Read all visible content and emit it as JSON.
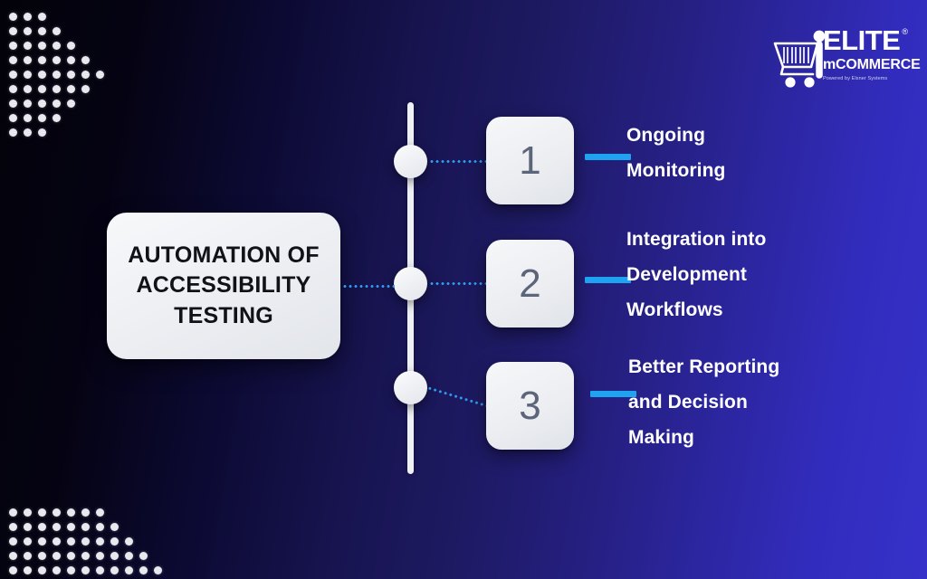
{
  "background": {
    "gradient_from": "#030209",
    "gradient_to": "#3631c9",
    "accent_color": "#1fa2f0",
    "card_color": "#edeff2",
    "number_color": "#5c6579"
  },
  "title_card": {
    "text": "AUTOMATION OF\nACCESSIBILITY\nTESTING"
  },
  "steps": [
    {
      "number": "1",
      "label": "Ongoing\nMonitoring"
    },
    {
      "number": "2",
      "label": "Integration into\nDevelopment\nWorkflows"
    },
    {
      "number": "3",
      "label": "Better Reporting\nand Decision\nMaking"
    }
  ],
  "brand": {
    "name": "ELITE",
    "registered_mark": "®",
    "subtitle": "mCOMMERCE",
    "tagline": "Powered by Elsner Systems",
    "cart_icon": "shopping-cart-icon"
  },
  "decorations": {
    "top_left_dot_rows": [
      3,
      4,
      5,
      6,
      7,
      6,
      5,
      4,
      3
    ],
    "bottom_left_dot_rows": [
      7,
      8,
      9,
      10,
      11
    ]
  }
}
